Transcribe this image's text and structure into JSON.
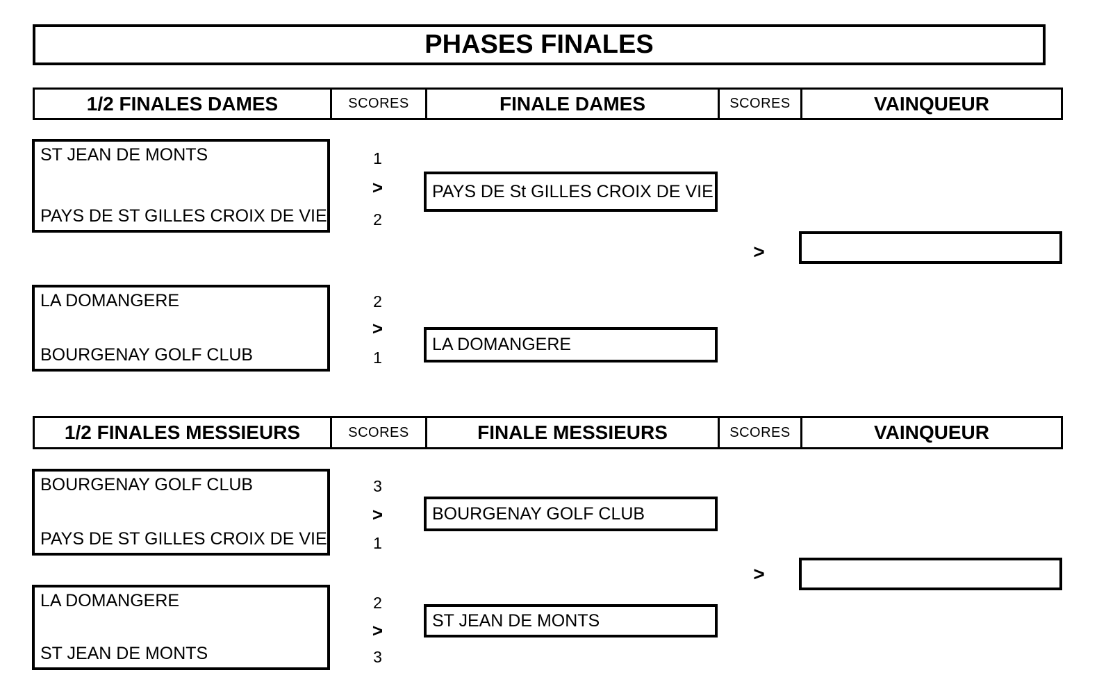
{
  "title": "PHASES FINALES",
  "sections": [
    {
      "name": "dames",
      "header": {
        "col1": "1/2 FINALES DAMES",
        "col2": "SCORES",
        "col3": "FINALE DAMES",
        "col4": "SCORES",
        "col5": "VAINQUEUR"
      },
      "semifinal1": {
        "team_top": "ST JEAN DE MONTS",
        "score_top": "1",
        "winner_arrow": ">",
        "team_bottom": "PAYS DE ST GILLES CROIX DE VIE",
        "score_bottom": "2"
      },
      "semifinal2": {
        "team_top": "LA DOMANGERE",
        "score_top": "2",
        "winner_arrow": ">",
        "team_bottom": "BOURGENAY GOLF CLUB",
        "score_bottom": "1"
      },
      "final_match": {
        "finalist1": "PAYS DE St GILLES CROIX DE VIE",
        "finalist2": "LA DOMANGERE",
        "winner_arrow": ">",
        "winner": ""
      }
    },
    {
      "name": "messieurs",
      "header": {
        "col1": "1/2 FINALES MESSIEURS",
        "col2": "SCORES",
        "col3": "FINALE MESSIEURS",
        "col4": "SCORES",
        "col5": "VAINQUEUR"
      },
      "semifinal1": {
        "team_top": "BOURGENAY GOLF CLUB",
        "score_top": "3",
        "winner_arrow": ">",
        "team_bottom": "PAYS DE ST GILLES CROIX DE VIE",
        "score_bottom": "1"
      },
      "semifinal2": {
        "team_top": "LA DOMANGERE",
        "score_top": "2",
        "winner_arrow": ">",
        "team_bottom": "ST JEAN DE MONTS",
        "score_bottom": "3"
      },
      "final_match": {
        "finalist1": "BOURGENAY GOLF CLUB",
        "finalist2": "ST JEAN DE MONTS",
        "winner_arrow": ">",
        "winner": ""
      }
    }
  ]
}
